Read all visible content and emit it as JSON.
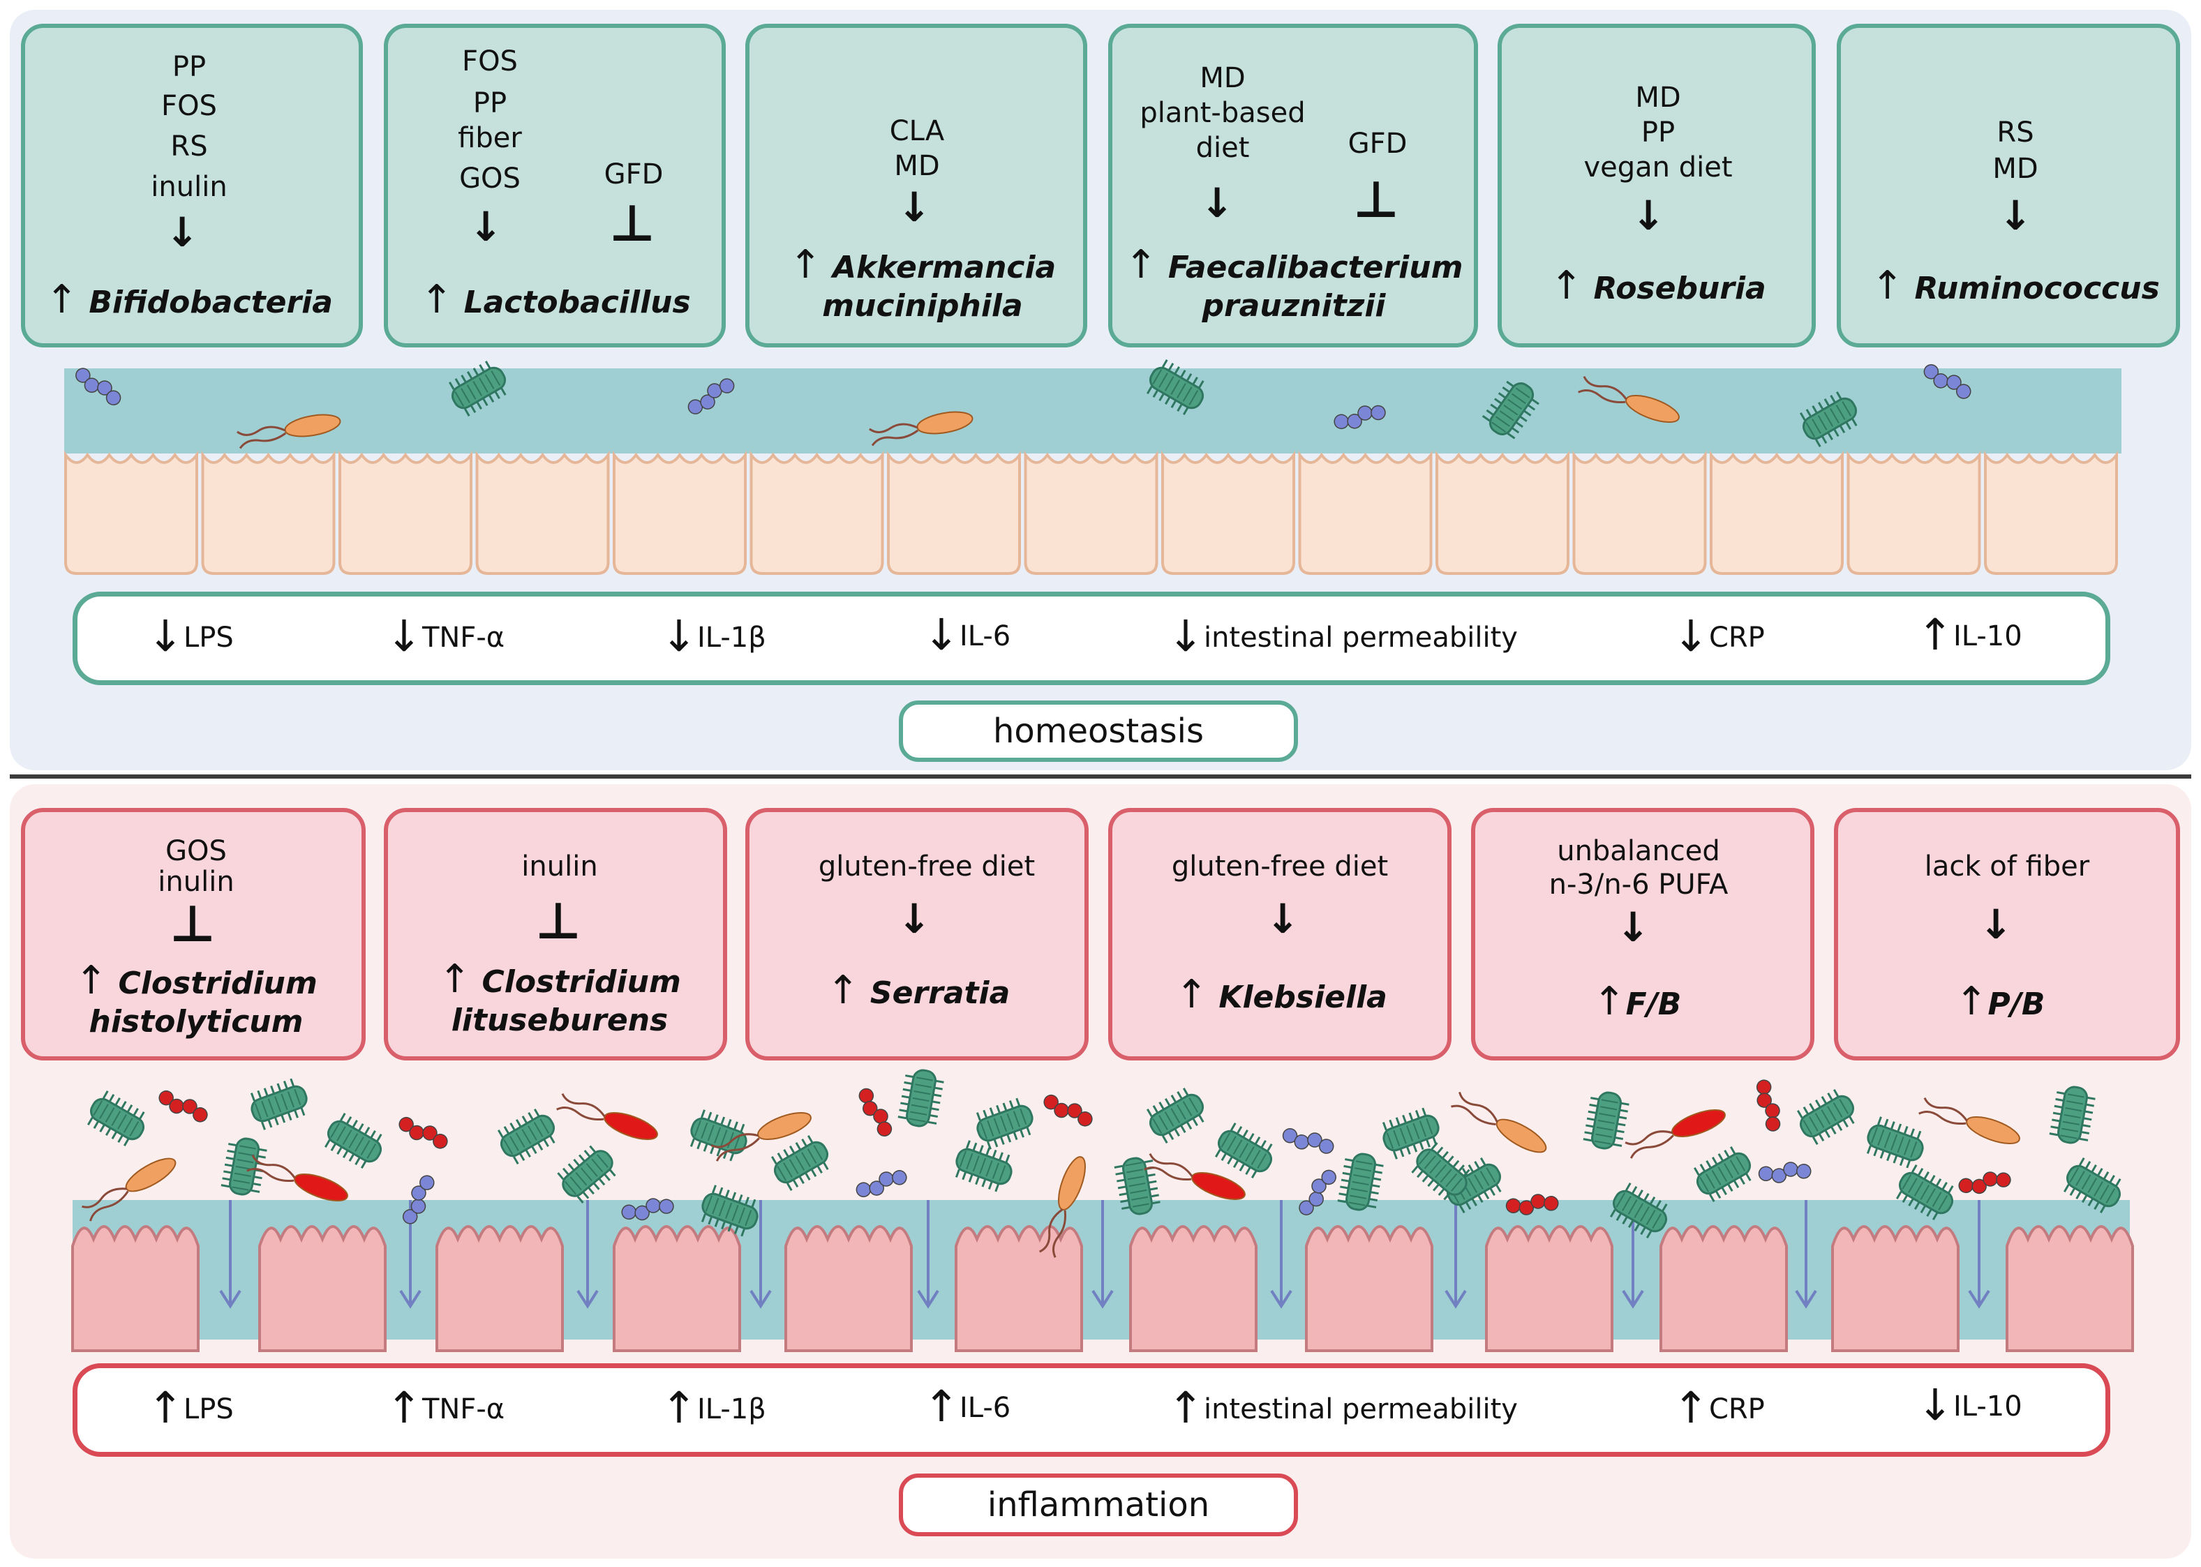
{
  "homeostasis": {
    "boxes": [
      {
        "inputs": [
          "PP",
          "FOS",
          "RS",
          "inulin"
        ],
        "bacterium": "Bifidobacteria"
      },
      {
        "inputs": [
          "FOS",
          "PP",
          "fiber",
          "GOS"
        ],
        "inhibitor": "GFD",
        "bacterium": "Lactobacillus"
      },
      {
        "inputs": [
          "CLA",
          "MD"
        ],
        "bacterium_line1": "Akkermancia",
        "bacterium_line2": "muciniphila"
      },
      {
        "inputs": [
          "MD",
          "plant-based",
          "diet"
        ],
        "inhibitor": "GFD",
        "bacterium_line1": "Faecalibacterium",
        "bacterium_line2": "prauznitzii"
      },
      {
        "inputs": [
          "MD",
          "PP",
          "vegan diet"
        ],
        "bacterium": "Roseburia"
      },
      {
        "inputs": [
          "RS",
          "MD"
        ],
        "bacterium": "Ruminococcus"
      }
    ],
    "markers": [
      {
        "direction": "↓",
        "label": "LPS"
      },
      {
        "direction": "↓",
        "label": "TNF-α"
      },
      {
        "direction": "↓",
        "label": "IL-1β"
      },
      {
        "direction": "↓",
        "label": "IL-6"
      },
      {
        "direction": "↓",
        "label": "intestinal permeability"
      },
      {
        "direction": "↓",
        "label": "CRP"
      },
      {
        "direction": "↑",
        "label": "IL-10"
      }
    ],
    "label": "homeostasis"
  },
  "inflammation": {
    "boxes": [
      {
        "inputs": [
          "GOS",
          "inulin"
        ],
        "bacterium_line1": "Clostridium",
        "bacterium_line2": "histolyticum"
      },
      {
        "inputs": [
          "inulin"
        ],
        "bacterium_line1": "Clostridium",
        "bacterium_line2": "lituseburens"
      },
      {
        "inputs": [
          "gluten-free diet"
        ],
        "bacterium": "Serratia"
      },
      {
        "inputs": [
          "gluten-free diet"
        ],
        "bacterium": "Klebsiella"
      },
      {
        "inputs": [
          "unbalanced",
          "n-3/n-6 PUFA"
        ],
        "bacterium": "F/B"
      },
      {
        "inputs": [
          "lack of fiber"
        ],
        "bacterium": "P/B"
      }
    ],
    "markers": [
      {
        "direction": "↑",
        "label": "LPS"
      },
      {
        "direction": "↑",
        "label": "TNF-α"
      },
      {
        "direction": "↑",
        "label": "IL-1β"
      },
      {
        "direction": "↑",
        "label": "IL-6"
      },
      {
        "direction": "↑",
        "label": "intestinal permeability"
      },
      {
        "direction": "↑",
        "label": "CRP"
      },
      {
        "direction": "↓",
        "label": "IL-10"
      }
    ],
    "label": "inflammation"
  },
  "symbols": {
    "stimulate": "↓",
    "inhibit": "⊥",
    "increase": "↑"
  },
  "colors": {
    "green_box_fill": "#c6e1db",
    "green_border": "#5aaa95",
    "red_box_fill": "#f9d6dc",
    "red_border": "#d9606b",
    "mucus": "#9fcfd3",
    "healthy_cell": "#fbe3d4",
    "inflamed_cell": "#f2b6b8",
    "rod_bacteria": "#4d9f82",
    "cocci_blue": "#7b86d6",
    "cocci_red": "#d42020",
    "flagellate_orange": "#f0a060"
  }
}
